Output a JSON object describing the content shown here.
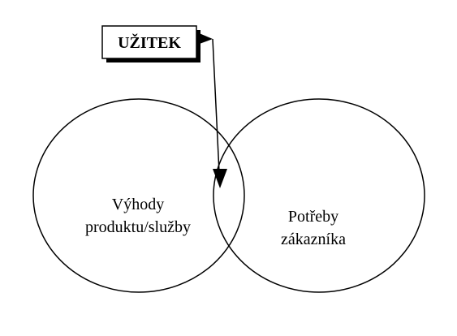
{
  "diagram": {
    "title": "UŽITEK",
    "left_circle": {
      "line1": "Výhody",
      "line2": "produktu/služby"
    },
    "right_circle": {
      "line1": "Potřeby",
      "line2": "zákazníka"
    },
    "colors": {
      "stroke": "#000000",
      "background": "#ffffff",
      "text": "#000000"
    }
  }
}
